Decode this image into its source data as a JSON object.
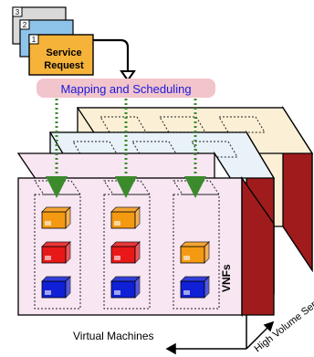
{
  "service_requests": {
    "stack_numbers": [
      "3",
      "2",
      "1"
    ],
    "front_label_line1": "Service",
    "front_label_line2": "Request"
  },
  "mapping_banner": "Mapping and Scheduling",
  "labels": {
    "vnfs": "VNFs",
    "virtual_machines": "Virtual Machines",
    "high_volume_servers": "High Volume Servers"
  },
  "colors": {
    "back_box_fill": "#fbf0d6",
    "middle_box_fill": "#e8f2f8",
    "front_box_fill": "#f8e6f3",
    "side_dark_red": "#a01c1c",
    "banner_fill": "#f2c4cc",
    "banner_text": "#1a1adb",
    "dotted_arrow": "#3b8a2c",
    "request_gold": "#f6b33a",
    "request_blue": "#8fc4ea",
    "vnf_orange": "#f49a12",
    "vnf_red": "#e81818",
    "vnf_blue": "#1020d6"
  },
  "vm_columns": [
    {
      "vnfs": [
        "orange",
        "red",
        "blue"
      ]
    },
    {
      "vnfs": [
        "orange",
        "red",
        "blue"
      ]
    },
    {
      "vnfs": [
        "orange",
        "blue"
      ]
    }
  ]
}
